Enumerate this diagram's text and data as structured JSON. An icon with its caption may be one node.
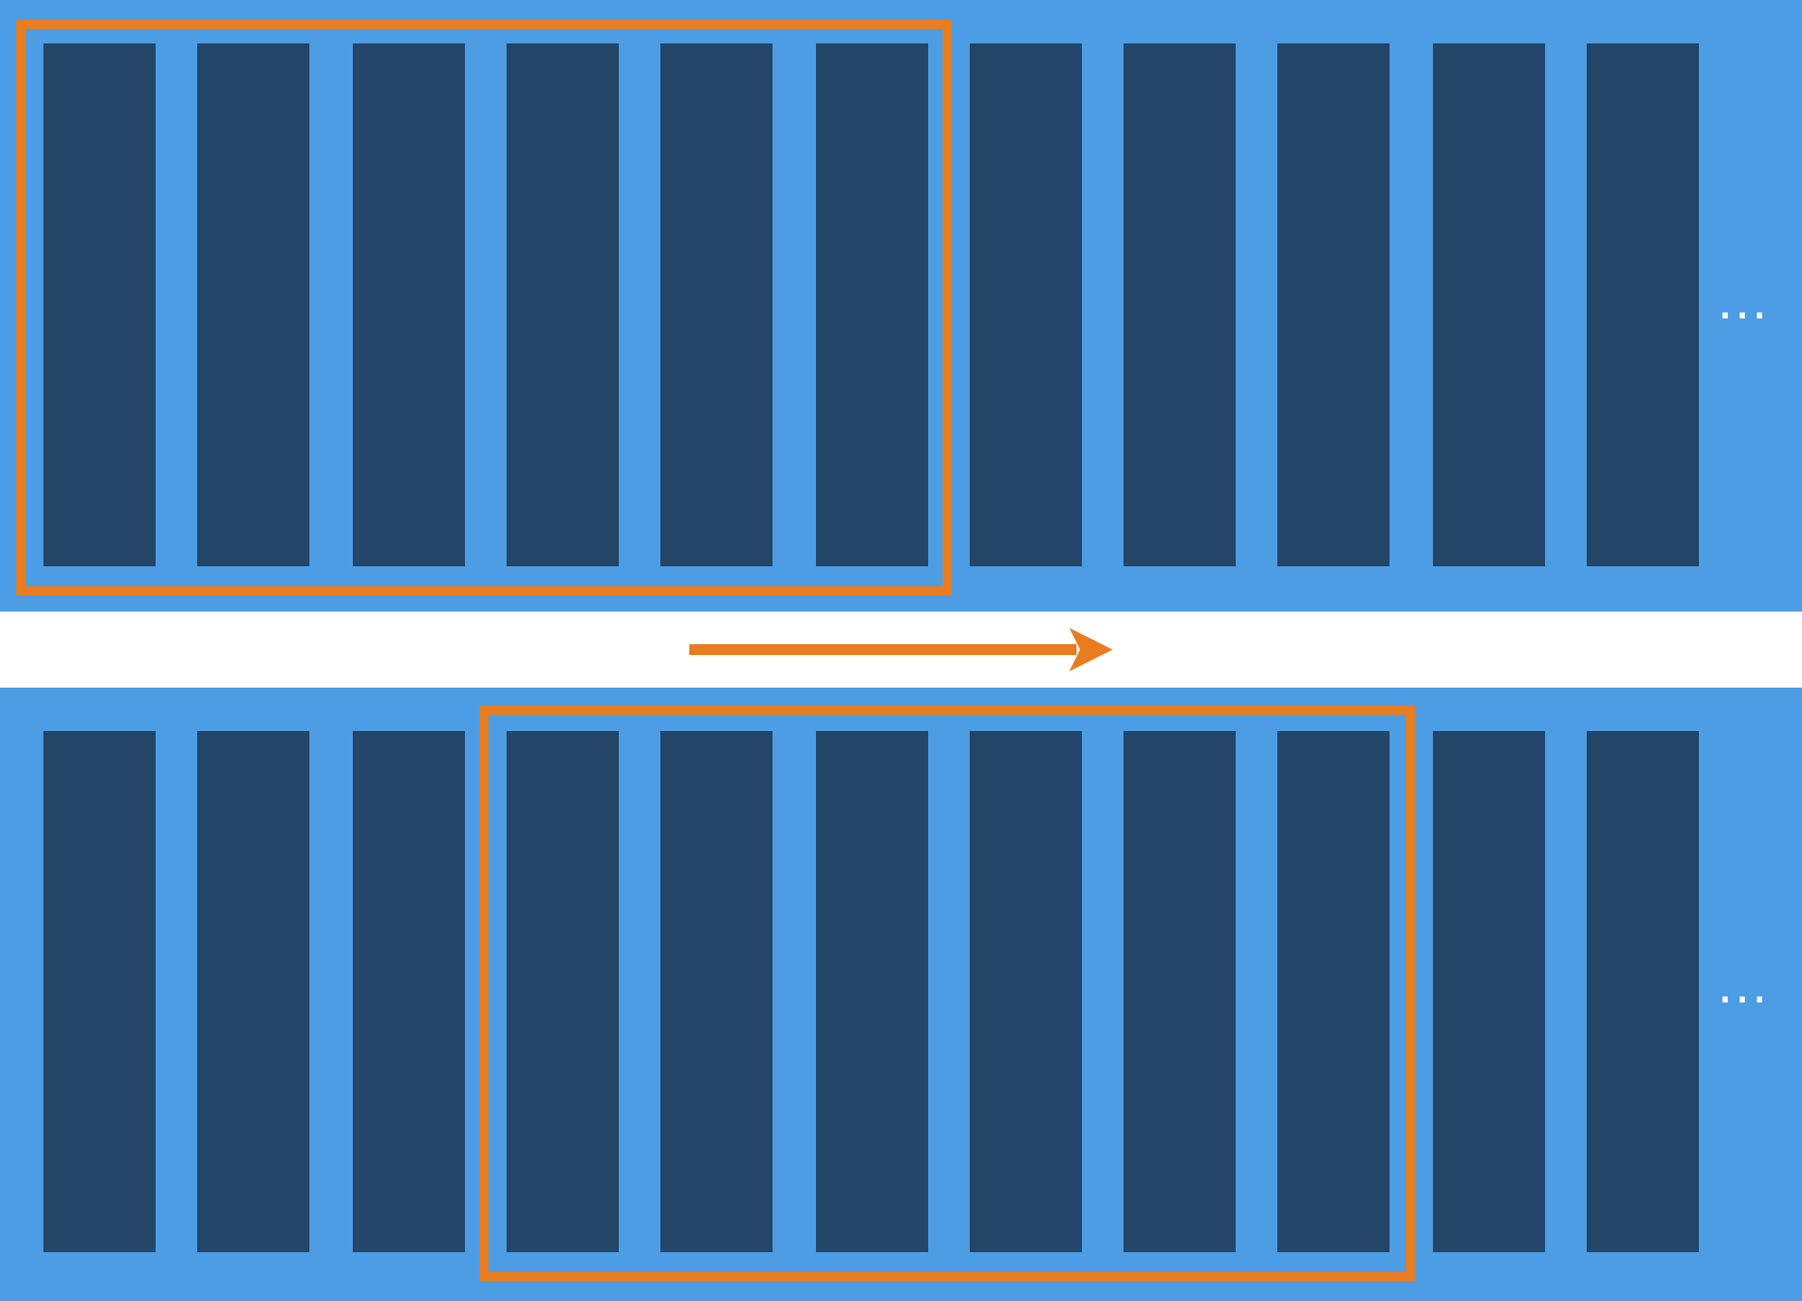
{
  "diagram": {
    "nodes": [
      {
        "text": [],
        "shape": "band"
      },
      {
        "text": [],
        "shape": "box",
        "in": 0
      },
      {
        "text": [],
        "shape": "bar",
        "in": 1
      },
      {
        "text": [],
        "shape": "bar",
        "in": 1
      },
      {
        "text": [],
        "shape": "bar",
        "in": 1
      },
      {
        "text": [],
        "shape": "bar",
        "in": 1
      },
      {
        "text": [],
        "shape": "bar",
        "in": 1
      },
      {
        "text": [],
        "shape": "bar",
        "in": 1
      },
      {
        "text": [],
        "shape": "bar",
        "in": 0
      },
      {
        "text": [],
        "shape": "bar",
        "in": 0
      },
      {
        "text": [],
        "shape": "bar",
        "in": 0
      },
      {
        "text": [],
        "shape": "bar",
        "in": 0
      },
      {
        "text": [],
        "shape": "bar",
        "in": 0
      },
      {
        "text": [],
        "shape": "band"
      },
      {
        "text": [],
        "shape": "bar",
        "in": 13
      },
      {
        "text": [],
        "shape": "bar",
        "in": 13
      },
      {
        "text": [],
        "shape": "bar",
        "in": 13
      },
      {
        "text": [],
        "shape": "box",
        "in": 13
      },
      {
        "text": [],
        "shape": "bar",
        "in": 17
      },
      {
        "text": [],
        "shape": "bar",
        "in": 17
      },
      {
        "text": [],
        "shape": "bar",
        "in": 17
      },
      {
        "text": [],
        "shape": "bar",
        "in": 17
      },
      {
        "text": [],
        "shape": "bar",
        "in": 17
      },
      {
        "text": [],
        "shape": "bar",
        "in": 17
      },
      {
        "text": [],
        "shape": "bar",
        "in": 13
      },
      {
        "text": [],
        "shape": "bar",
        "in": 13
      }
    ],
    "labels": [
      "…",
      "…"
    ]
  }
}
